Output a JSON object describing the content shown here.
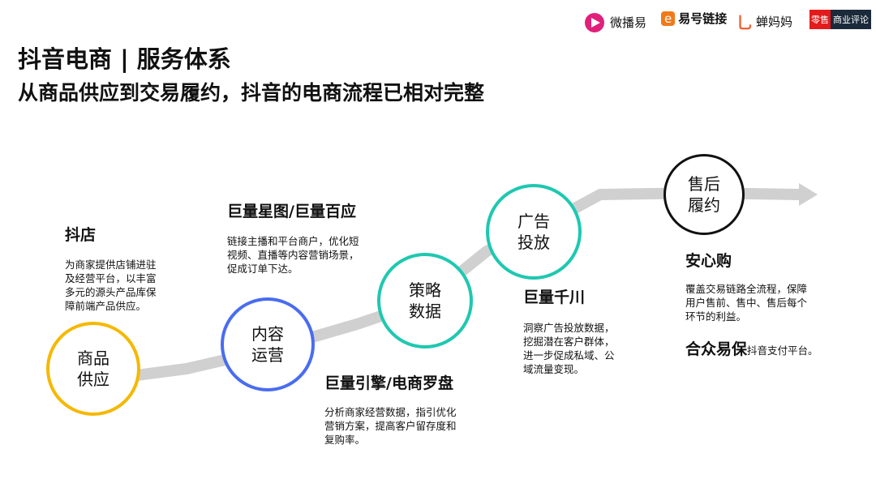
{
  "header": {
    "title": "抖音电商 | 服务体系",
    "subtitle": "从商品供应到交易履约，抖音的电商流程已相对完整"
  },
  "logos": [
    "微播易",
    "易号链接",
    "蝉妈妈",
    "零售",
    "商业评论"
  ],
  "colors": {
    "yellow": "#F5B800",
    "blue": "#4A6CF0",
    "teal": "#1EC8B0",
    "black": "#111111",
    "path": "#D0D0D0"
  },
  "steps": [
    {
      "label": [
        "商品",
        "供应"
      ]
    },
    {
      "label": [
        "内容",
        "运营"
      ]
    },
    {
      "label": [
        "策略",
        "数据"
      ]
    },
    {
      "label": [
        "广告",
        "投放"
      ]
    },
    {
      "label": [
        "售后",
        "履约"
      ]
    }
  ],
  "blocks": {
    "doudian": {
      "title": "抖店",
      "desc": [
        "为商家提供店铺进驻",
        "及经营平台，以丰富",
        "多元的源头产品库保",
        "障前端产品供应。"
      ]
    },
    "xingtu": {
      "title": "巨量星图/巨量百应",
      "desc": [
        "链接主播和平台商户，优化短",
        "视频、直播等内容营销场景，",
        "促成订单下达。"
      ]
    },
    "yinqing": {
      "title": "巨量引擎/电商罗盘",
      "desc": [
        "分析商家经营数据，指引优化",
        "营销方案，提高客户留存度和",
        "复购率。"
      ]
    },
    "qianchuan": {
      "title": "巨量千川",
      "desc": [
        "洞察广告投放数据，",
        "挖掘潜在客户群体，",
        "进一步促成私域、公",
        "域流量变现。"
      ]
    },
    "anxin": {
      "title": "安心购",
      "desc": [
        "覆盖交易链路全流程，保障",
        "用户售前、售中、售后每个",
        "环节的利益。"
      ]
    },
    "hezhong": {
      "title": "合众易保",
      "desc": "抖音支付平台。"
    }
  }
}
